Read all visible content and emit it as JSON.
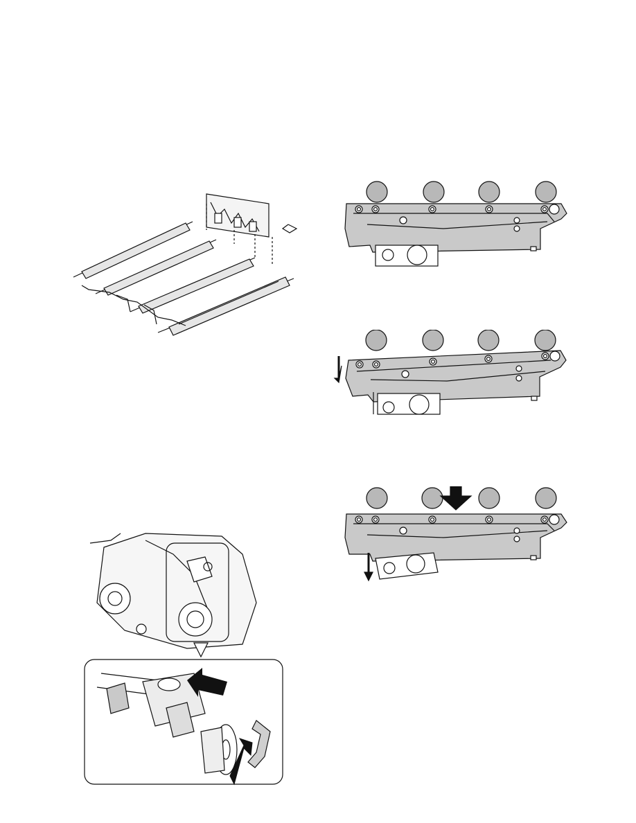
{
  "page": {
    "background": "#ffffff"
  },
  "figures": {
    "rollers_exploded": {
      "icon": "transfer-roller-assembly-exploded-view"
    },
    "frame_step_1": {
      "icon": "lift-frame-default-position"
    },
    "frame_step_2": {
      "icon": "lift-frame-tilted-position"
    },
    "frame_step_3": {
      "icon": "lift-frame-pressed-position"
    },
    "gear_unit": {
      "icon": "drive-gear-unit-with-detail"
    }
  },
  "colors": {
    "line": "#111111",
    "frame_fill": "#c9c9c9",
    "roller_fill": "#b8b8b8",
    "arrow_fill": "#111111",
    "detail_arrow_fill": "#cfcfcf"
  }
}
